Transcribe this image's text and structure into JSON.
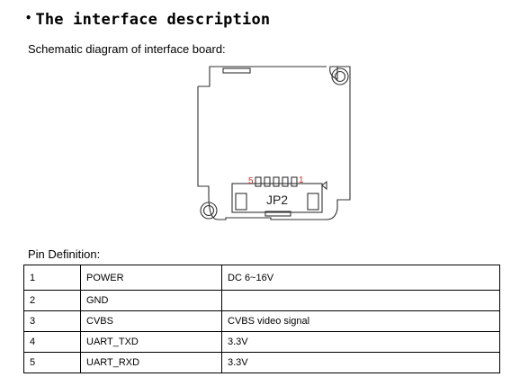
{
  "heading": {
    "bullet": "•",
    "text": "The interface description"
  },
  "subtitle": "Schematic diagram of interface board:",
  "diagram": {
    "connector_label": "JP2",
    "pin_first": "5",
    "pin_last": "1"
  },
  "pin_definition": {
    "title": "Pin Definition:",
    "rows": [
      {
        "pin": "1",
        "name": "POWER",
        "desc": "DC 6~16V"
      },
      {
        "pin": "2",
        "name": "GND",
        "desc": ""
      },
      {
        "pin": "3",
        "name": "CVBS",
        "desc": "CVBS video signal"
      },
      {
        "pin": "4",
        "name": "UART_TXD",
        "desc": "3.3V"
      },
      {
        "pin": "5",
        "name": "UART_RXD",
        "desc": "3.3V"
      }
    ]
  },
  "colors": {
    "pin_number_red": "#d0302a",
    "line": "#333333"
  }
}
